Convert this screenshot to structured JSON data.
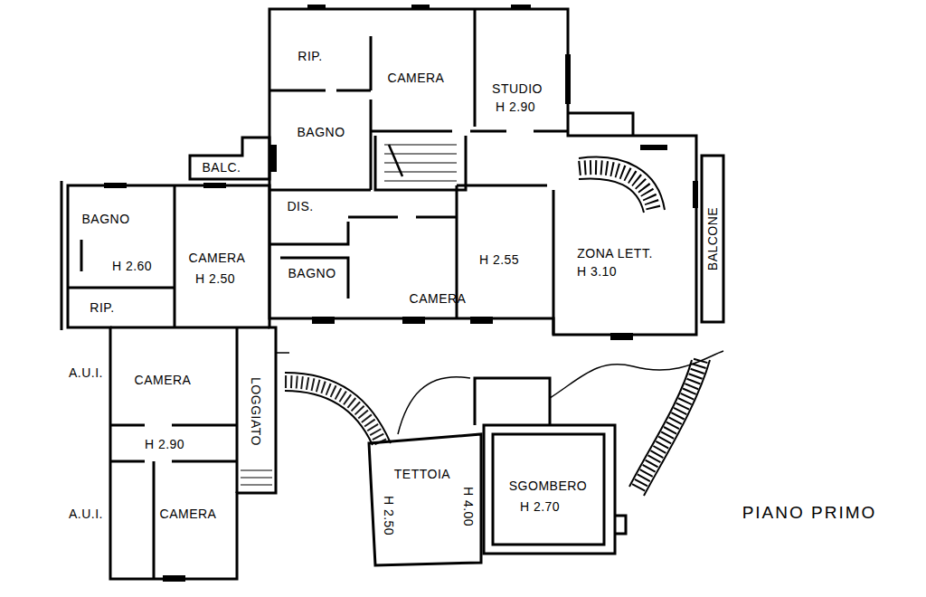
{
  "diagram": {
    "title": "PIANO PRIMO",
    "labels": [
      "RIP.",
      "CAMERA",
      "STUDIO",
      "H 2.90",
      "BAGNO",
      "BALC.",
      "BAGNO",
      "DIS.",
      "CAMERA",
      "H 2.50",
      "H 2.60",
      "BAGNO",
      "H 2.55",
      "ZONA LETT.",
      "H 3.10",
      "BALCONE",
      "CAMERA",
      "RIP.",
      "A.U.I.",
      "CAMERA",
      "LOGGIATO",
      "H 2.90",
      "TETTOIA",
      "H 4.00",
      "SGOMBERO",
      "H 2.70",
      "H 2.50",
      "A.U.I.",
      "CAMERA"
    ]
  }
}
